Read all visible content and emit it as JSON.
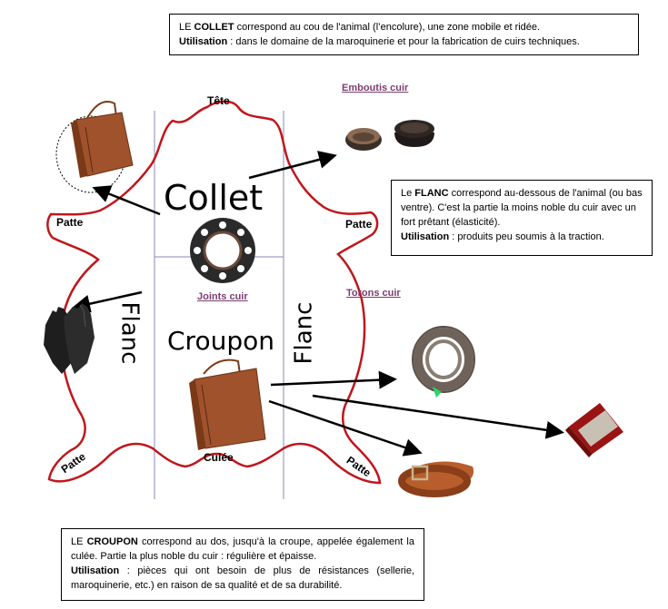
{
  "parts": {
    "collet": "Collet",
    "croupon": "Croupon",
    "flanc_left": "Flanc",
    "flanc_right": "Flanc"
  },
  "regions": {
    "tete": "Tête",
    "patte_left_upper": "Patte",
    "patte_right_upper": "Patte",
    "patte_left_lower": "Patte",
    "patte_right_lower": "Patte",
    "culee": "Culée"
  },
  "links": {
    "emboutis": "Emboutis cuir",
    "joints": "Joints cuir",
    "torons": "Torons cuir"
  },
  "boxes": {
    "collet": {
      "line1_prefix": "LE ",
      "line1_bold": "COLLET",
      "line1_rest": " correspond au cou de l'animal (l’encolure), une zone mobile et ridée.",
      "usage_label": "Utilisation",
      "usage_text": " : dans le domaine de la maroquinerie et pour la fabrication de cuirs techniques."
    },
    "flanc": {
      "prefix": "Le ",
      "bold": "FLANC",
      "rest": " correspond au-dessous de l'animal (ou bas ventre). C'est la partie la moins noble du cuir avec un fort prêtant (élasticité).",
      "usage_label": "Utilisation",
      "usage_text": " : produits peu soumis à la traction."
    },
    "croupon": {
      "prefix": "LE ",
      "bold": "CROUPON",
      "rest": " correspond au dos, jusqu'à la croupe, appelée également la culée. Partie la plus noble du cuir : régulière et épaisse.",
      "usage_label": "Utilisation",
      "usage_text": " : pièces qui ont besoin de plus de résistances (sellerie, maroquinerie, etc.) en raison de sa qualité et de sa durabilité."
    }
  },
  "icons": [
    "handbag-icon",
    "gloves-icon",
    "gasket-icon",
    "leather-cups-icon",
    "cord-coil-icon",
    "red-wallet-icon",
    "belt-icon"
  ],
  "colors": {
    "hide_outline": "#c0161c",
    "divider_lines": "#8a8ab8",
    "link_color": "#7a3d6e",
    "leather_brown": "#a0522d"
  }
}
